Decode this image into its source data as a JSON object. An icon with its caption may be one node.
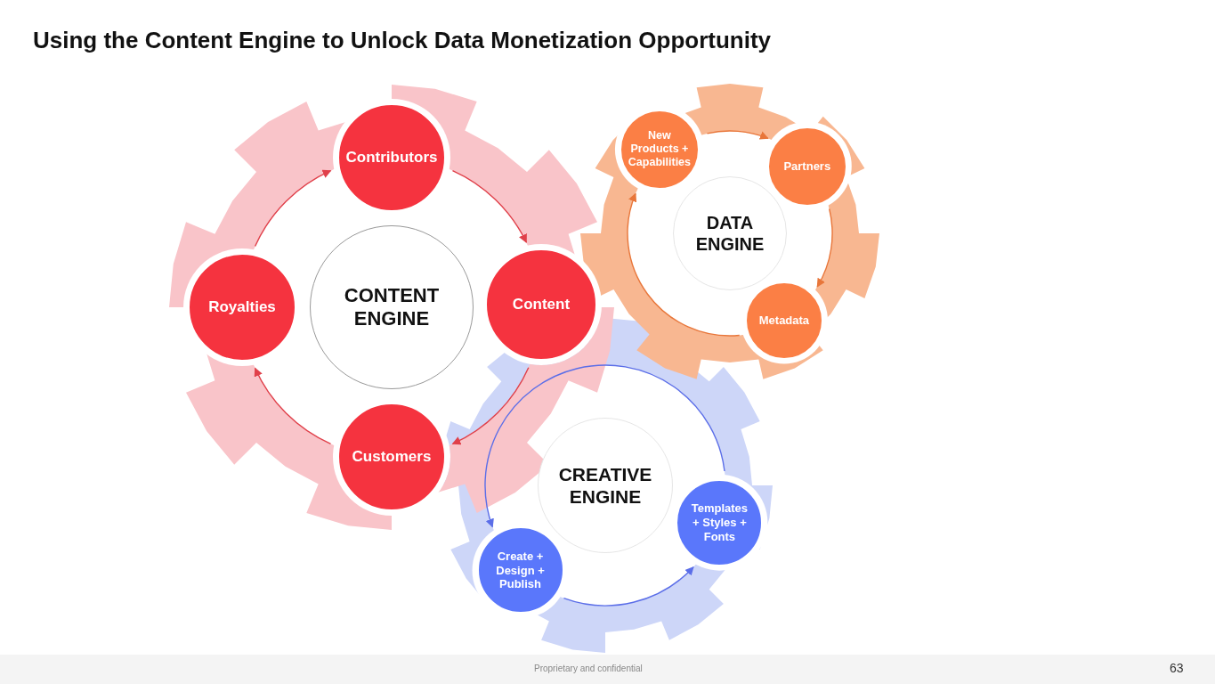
{
  "diagram": {
    "title": "Using the Content Engine to Unlock Data Monetization Opportunity",
    "nodes": [
      {
        "text": [
          "Contributors"
        ]
      },
      {
        "text": [
          "New Products + Capabilities"
        ]
      },
      {
        "text": [
          "Partners"
        ]
      },
      {
        "text": [
          "DATA ENGINE"
        ]
      },
      {
        "text": [
          "Royalties"
        ]
      },
      {
        "text": [
          "CONTENT ENGINE"
        ]
      },
      {
        "text": [
          "Content"
        ]
      },
      {
        "text": [
          "Metadata"
        ]
      },
      {
        "text": [
          "Customers"
        ]
      },
      {
        "text": [
          "CREATIVE ENGINE"
        ]
      },
      {
        "text": [
          "Templates + Styles + Fonts"
        ]
      },
      {
        "text": [
          "Create + Design + Publish"
        ]
      }
    ],
    "edges": [
      {
        "from": 0,
        "to": 6,
        "arrow": "to"
      },
      {
        "from": 6,
        "to": 8,
        "arrow": "to"
      },
      {
        "from": 8,
        "to": 4,
        "arrow": "to"
      },
      {
        "from": 4,
        "to": 0,
        "arrow": "to"
      },
      {
        "from": 1,
        "to": 2,
        "arrow": "to",
        "color": "#e8763a"
      },
      {
        "from": 2,
        "to": 7,
        "arrow": "to",
        "color": "#e8763a"
      },
      {
        "from": 7,
        "to": 1,
        "arrow": "to",
        "color": "#e8763a"
      },
      {
        "from": 11,
        "to": 10,
        "arrow": "to",
        "color": "#5b6ee8"
      },
      {
        "from": 10,
        "to": 11,
        "arrow": "to",
        "color": "#5b6ee8"
      }
    ],
    "labels": [
      "Proprietary and confidential",
      "63"
    ]
  }
}
